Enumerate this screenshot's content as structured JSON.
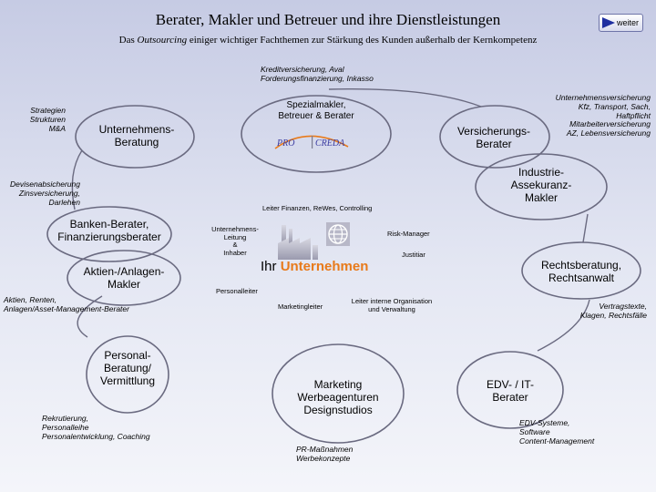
{
  "header": {
    "title": "Berater, Makler und Betreuer und ihre Dienstleistungen",
    "subtitle_pre": "Das ",
    "subtitle_em": "Outsourcing",
    "subtitle_post": " einiger wichtiger Fachthemen zur Stärkung des Kunden außerhalb der Kernkompetenz",
    "next_label": "weiter"
  },
  "center": {
    "prefix": "Ihr ",
    "title": "Unternehmen",
    "roles": {
      "leitung": [
        "Unternehmens-",
        "Leitung",
        "&",
        "Inhaber"
      ],
      "finanzen": "Leiter Finanzen, ReWes, Controlling",
      "risk": "Risk-Manager",
      "justitiar": "Justitiar",
      "personal": "Personalleiter",
      "marketing": "Marketingleiter",
      "organisation": [
        "Leiter interne Organisation",
        "und Verwaltung"
      ]
    }
  },
  "nodes": {
    "spezialmakler": [
      "Spezialmakler,",
      "Betreuer & Berater"
    ],
    "unternehmensberatung": [
      "Unternehmens-",
      "Beratung"
    ],
    "versicherungsberater": [
      "Versicherungs-",
      "Berater"
    ],
    "industrie": [
      "Industrie-",
      "Assekuranz-",
      "Makler"
    ],
    "banken": [
      "Banken-Berater,",
      "Finanzierungsberater"
    ],
    "aktien": [
      "Aktien-/Anlagen-",
      "Makler"
    ],
    "rechtsberatung": [
      "Rechtsberatung,",
      "Rechtsanwalt"
    ],
    "personal": [
      "Personal-",
      "Beratung/",
      "Vermittlung"
    ],
    "marketing": [
      "Marketing",
      "Werbeagenturen",
      "Designstudios"
    ],
    "edv": [
      "EDV- / IT-",
      "Berater"
    ]
  },
  "notes": {
    "kredit": [
      "Kreditversicherung, Aval",
      "Forderungsfinanzierung, Inkasso"
    ],
    "strategien": [
      "Strategien",
      "Strukturen",
      "M&A"
    ],
    "unternehmensversicherung": [
      "Unternehmensversicherung",
      "Kfz, Transport, Sach,",
      "Haftpflicht",
      "Mitarbeiterversicherung",
      "AZ, Lebensversicherung"
    ],
    "devisen": [
      "Devisenabsicherung",
      "Zinsversicherung,",
      "Darlehen"
    ],
    "aktien": [
      "Aktien, Renten,",
      "Anlagen/Asset-Management-Berater"
    ],
    "vertrag": [
      "Vertragstexte,",
      "Klagen, Rechtsfälle"
    ],
    "rekrutierung": [
      "Rekrutierung,",
      "Personalleihe",
      "Personalentwicklung, Coaching"
    ],
    "edv": [
      "EDV-Systeme,",
      "Software",
      "Content-Management"
    ],
    "pr": [
      "PR-Maßnahmen",
      "Werbekonzepte"
    ]
  },
  "logo": {
    "left": "PRO",
    "right": "CREDA"
  },
  "colors": {
    "accent": "#e87a1a",
    "line": "#6a6a80",
    "arrow": "#1f2fa0"
  }
}
